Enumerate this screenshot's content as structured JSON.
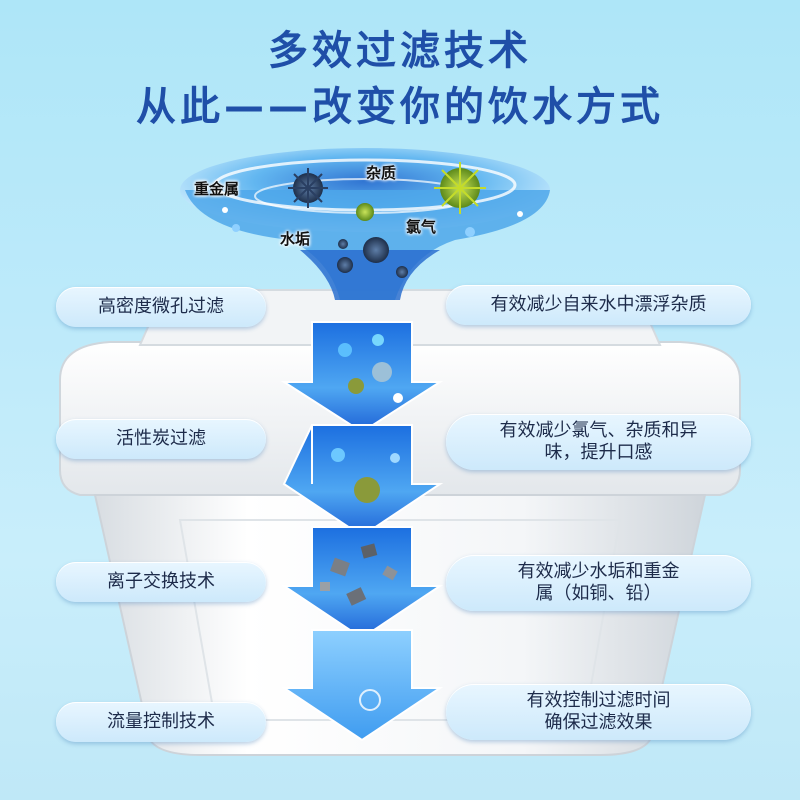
{
  "headline": {
    "line1": "多效过滤技术",
    "line2": "从此——改变你的饮水方式"
  },
  "contaminant_labels": {
    "heavy_metal": "重金属",
    "impurities": "杂质",
    "chlorine": "氯气",
    "scale": "水垢"
  },
  "filter_stages": [
    {
      "name": "高密度微孔过滤",
      "benefit": "有效减少自来水中漂浮杂质"
    },
    {
      "name": "活性炭过滤",
      "benefit_line1": "有效减少氯气、杂质和异",
      "benefit_line2": "味，提升口感"
    },
    {
      "name": "离子交换技术",
      "benefit_line1": "有效减少水垢和重金",
      "benefit_line2": "属（如铜、铅）"
    },
    {
      "name": "流量控制技术",
      "benefit_line1": "有效控制过滤时间",
      "benefit_line2": "确保过滤效果"
    }
  ],
  "colors": {
    "headline": "#1f4fa8",
    "background": "#bdeafa",
    "arrow_blue": "#1e7fe0"
  }
}
